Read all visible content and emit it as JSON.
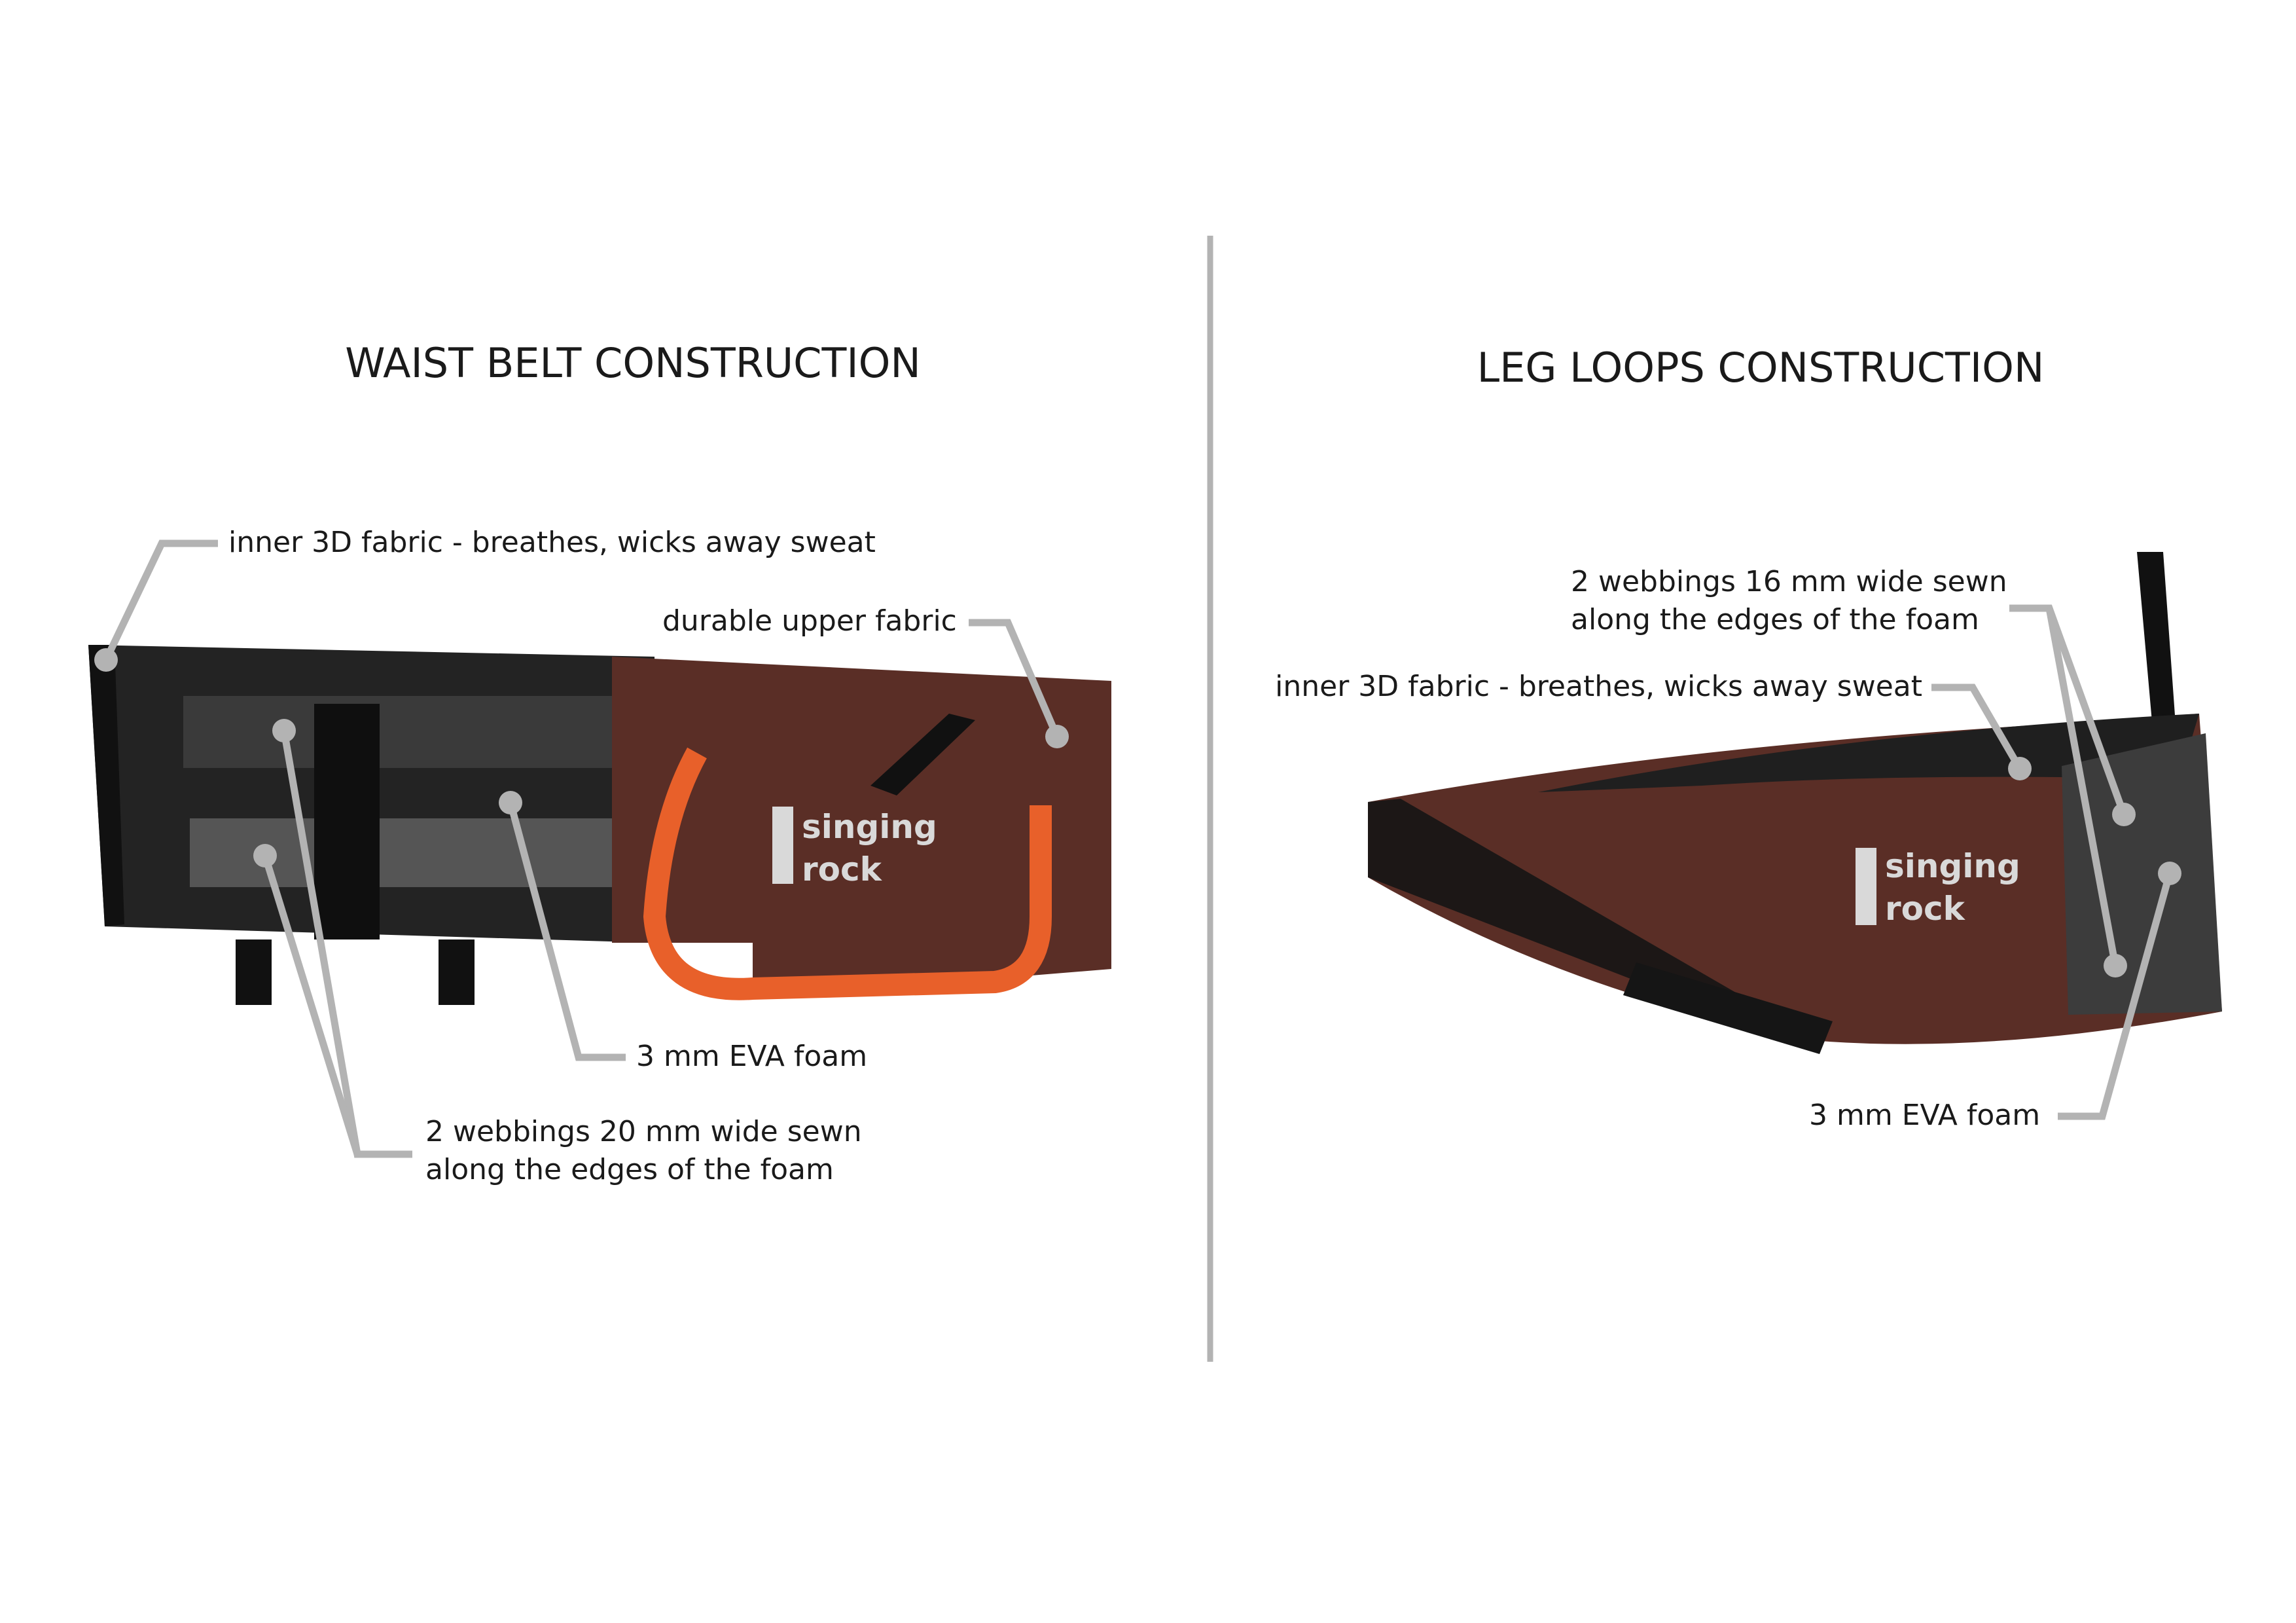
{
  "waist_belt": {
    "title": "WAIST BELT CONSTRUCTION",
    "labels": {
      "inner_fabric": "inner 3D fabric - breathes, wicks away sweat",
      "upper_fabric": "durable upper fabric",
      "foam": "3 mm EVA foam",
      "webbings_line1": "2 webbings 20 mm wide sewn",
      "webbings_line2": "along the edges of the foam"
    }
  },
  "leg_loops": {
    "title": "LEG LOOPS CONSTRUCTION",
    "labels": {
      "webbings_line1": "2 webbings 16 mm wide sewn",
      "webbings_line2": "along the edges of the foam",
      "inner_fabric": "inner 3D fabric - breathes, wicks away sweat",
      "foam": "3 mm EVA foam"
    }
  },
  "brand": {
    "line1": "singing",
    "line2": "rock"
  },
  "colors": {
    "leader": "#b3b3b3",
    "brown": "#5a2e26",
    "orange": "#e8602a",
    "black": "#1c1c1c"
  }
}
